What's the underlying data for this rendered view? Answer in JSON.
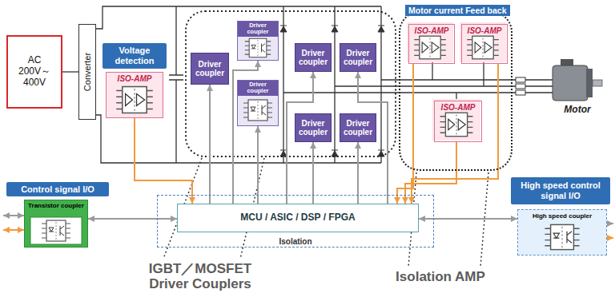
{
  "diagram": {
    "nodes": [
      {
        "text": [
          "AC 200V～ 400V"
        ]
      },
      {
        "text": [
          "Converter"
        ]
      },
      {
        "text": [
          "Voltage detection"
        ]
      },
      {
        "text": [
          "ISO-AMP"
        ]
      },
      {
        "text": [
          "Driver coupler"
        ]
      },
      {
        "text": [
          "Driver coupler"
        ]
      },
      {
        "text": [
          "Driver coupler"
        ]
      },
      {
        "text": [
          "Driver coupler"
        ]
      },
      {
        "text": [
          "Driver coupler"
        ]
      },
      {
        "text": [
          "Driver coupler"
        ]
      },
      {
        "text": [
          "Driver coupler"
        ]
      },
      {
        "text": [
          "Motor current Feed back"
        ]
      },
      {
        "text": [
          "ISO-AMP"
        ],
        "in": 11
      },
      {
        "text": [
          "ISO-AMP"
        ],
        "in": 11
      },
      {
        "text": [
          "ISO-AMP"
        ],
        "in": 11
      },
      {
        "text": [
          "Control signal I/O"
        ]
      },
      {
        "text": [
          "Transistor coupler"
        ]
      },
      {
        "text": [
          "Isolation"
        ]
      },
      {
        "text": [
          "MCU / ASIC / DSP / FPGA"
        ],
        "in": 17
      },
      {
        "text": [
          "High speed control signal I/O"
        ]
      },
      {
        "text": [
          "High speed coupler"
        ]
      }
    ],
    "edges": [
      {
        "from": 3,
        "to": 18,
        "arrow": "to"
      },
      {
        "from": 18,
        "to": 4,
        "arrow": "to"
      },
      {
        "from": 18,
        "to": 5,
        "arrow": "to"
      },
      {
        "from": 18,
        "to": 6,
        "arrow": "to"
      },
      {
        "from": 18,
        "to": 7,
        "arrow": "to"
      },
      {
        "from": 18,
        "to": 8,
        "arrow": "to"
      },
      {
        "from": 18,
        "to": 9,
        "arrow": "to"
      },
      {
        "from": 18,
        "to": 10,
        "arrow": "to"
      },
      {
        "from": 12,
        "to": 18,
        "arrow": "to"
      },
      {
        "from": 14,
        "to": 18,
        "arrow": "to"
      },
      {
        "from": 13,
        "to": 18,
        "arrow": "to"
      },
      {
        "from": 18,
        "to": 16,
        "arrow": "both"
      },
      {
        "from": 18,
        "to": 20,
        "arrow": "both"
      },
      {
        "from": 0,
        "to": 1,
        "arrow": "none"
      }
    ],
    "labels": [
      "Motor",
      "IGBT／MOSFET Driver Couplers",
      "Isolation AMP"
    ]
  }
}
